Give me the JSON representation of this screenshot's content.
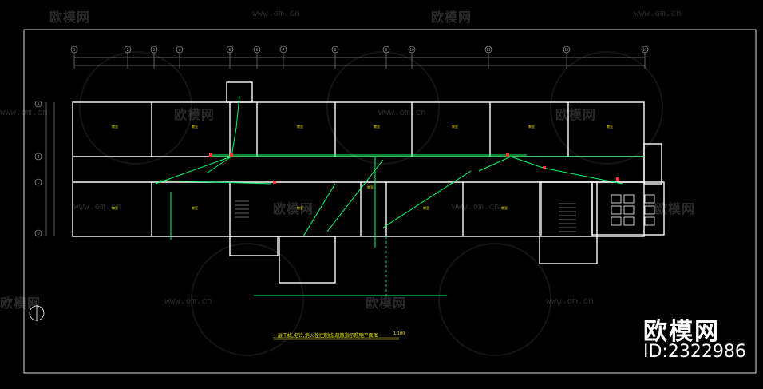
{
  "watermark": {
    "brand": "欧模网",
    "url": "www.om.cn"
  },
  "brand_logo": {
    "name": "欧模网",
    "id_text": "ID:2322986"
  },
  "drawing": {
    "title": "一层干线,电铃,消火栓控制线,疏散指示照明平面图",
    "scale": "1:100",
    "grid_top": [
      "1",
      "2",
      "3",
      "4",
      "5",
      "6",
      "7",
      "8",
      "9",
      "10",
      "11",
      "12",
      "13"
    ],
    "grid_left": [
      "A",
      "B",
      "C",
      "D"
    ],
    "room_labels": [
      "教室",
      "教室",
      "教室",
      "教室",
      "教室",
      "教室",
      "教室",
      "教室",
      "教室",
      "教室",
      "教室",
      "教室",
      "教室"
    ],
    "colors": {
      "background": "#000000",
      "walls": "#ffffff",
      "wiring": "#00ff66",
      "annotation": "#e6e600",
      "dims": "#c0c0c0"
    }
  }
}
